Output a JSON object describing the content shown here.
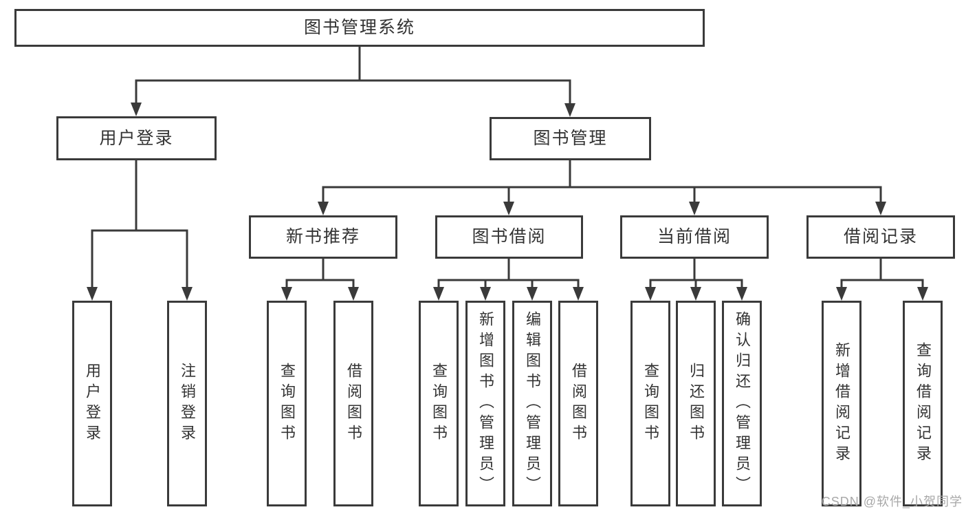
{
  "page": {
    "watermark": "CSDN @软件_小贺同学"
  },
  "colors": {
    "line": "#3a3a3a",
    "text": "#333333",
    "background": "#ffffff",
    "watermark": "#a8a8a8"
  },
  "tree": {
    "label": "图书管理系统",
    "children": [
      {
        "label": "用户登录",
        "children": [
          {
            "label": "用户登录"
          },
          {
            "label": "注销登录"
          }
        ]
      },
      {
        "label": "图书管理",
        "children": [
          {
            "label": "新书推荐",
            "children": [
              {
                "label": "查询图书"
              },
              {
                "label": "借阅图书"
              }
            ]
          },
          {
            "label": "图书借阅",
            "children": [
              {
                "label": "查询图书"
              },
              {
                "label": "新增图书（管理员）"
              },
              {
                "label": "编辑图书（管理员）"
              },
              {
                "label": "借阅图书"
              }
            ]
          },
          {
            "label": "当前借阅",
            "children": [
              {
                "label": "查询图书"
              },
              {
                "label": "归还图书"
              },
              {
                "label": "确认归还（管理员）"
              }
            ]
          },
          {
            "label": "借阅记录",
            "children": [
              {
                "label": "新增借阅记录"
              },
              {
                "label": "查询借阅记录"
              }
            ]
          }
        ]
      }
    ]
  }
}
